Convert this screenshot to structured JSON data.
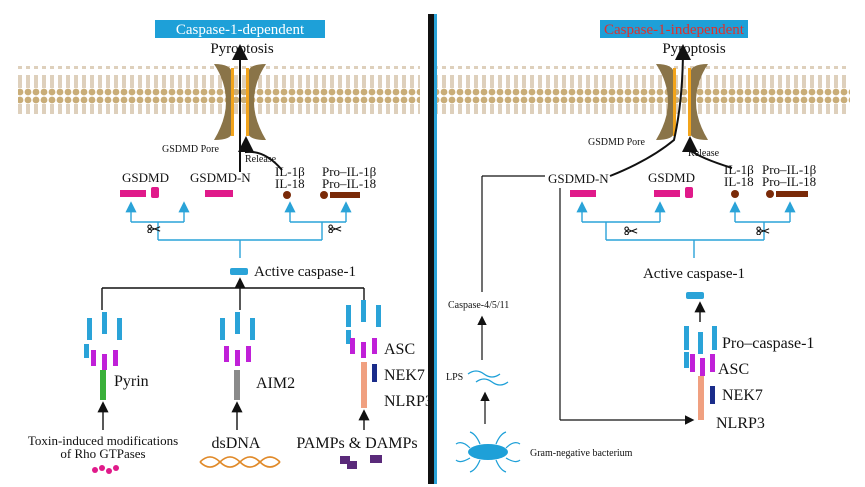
{
  "colors": {
    "background": "#ffffff",
    "divider": "#111111",
    "blue_bar": "#2aa3d8",
    "header_fill": "#1ea0d8",
    "header_text_left": "#ffffff",
    "header_text_right": "#e0302c",
    "membrane": "#d8c29a",
    "membrane_head": "#c9ad78",
    "pore": "#8a7448",
    "pore_glow": "#f2a41b",
    "magenta": "#e01a8a",
    "dark_red": "#7a2a08",
    "blue_caspase": "#2aa3d8",
    "purple": "#c020d8",
    "green": "#3ab03a",
    "grey": "#8a8a8a",
    "salmon": "#f0a080",
    "navy": "#1a2c8a",
    "dna_orange": "#e08a2a",
    "pamp_purple": "#5a2a7a",
    "toxin_pink": "#e01a8a",
    "bacterium": "#1ea0d8"
  },
  "left_panel": {
    "header": "Caspase-1-dependent",
    "pyroptosis": "Pyroptosis",
    "gsdmd_pore": "GSDMD Pore",
    "release": "Release",
    "gsdmd": "GSDMD",
    "gsdmd_n": "GSDMD-N",
    "il1b": "IL-1β",
    "il18": "IL-18",
    "pro_il1b": "Pro–IL-1β",
    "pro_il18": "Pro–IL-18",
    "active_caspase": "Active caspase-1",
    "pyrin": "Pyrin",
    "aim2": "AIM2",
    "asc": "ASC",
    "nek7": "NEK7",
    "nlrp3": "NLRP3",
    "toxin_line1": "Toxin-induced modifications",
    "toxin_line2": "of Rho GTPases",
    "dsdna": "dsDNA",
    "pamps": "PAMPs & DAMPs"
  },
  "right_panel": {
    "header": "Caspase-1-independent",
    "pyroptosis": "Pyroptosis",
    "gsdmd_pore": "GSDMD Pore",
    "release": "Release",
    "gsdmd_n": "GSDMD-N",
    "gsdmd": "GSDMD",
    "il1b": "IL-1β",
    "il18": "IL-18",
    "pro_il1b": "Pro–IL-1β",
    "pro_il18": "Pro–IL-18",
    "active_caspase": "Active caspase-1",
    "pro_caspase": "Pro–caspase-1",
    "asc": "ASC",
    "nek7": "NEK7",
    "nlrp3": "NLRP3",
    "caspase_4511": "Caspase-4/5/11",
    "lps": "LPS",
    "bacterium": "Gram-negative bacterium"
  }
}
